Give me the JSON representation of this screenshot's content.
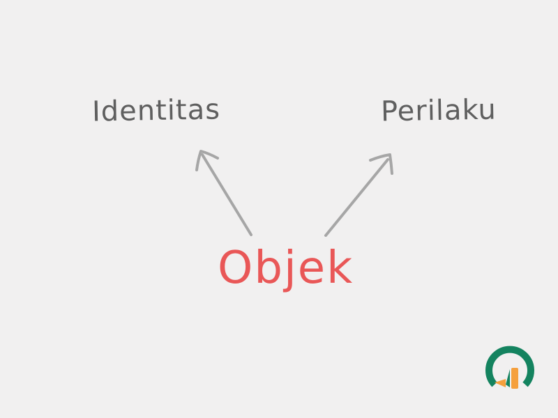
{
  "diagram": {
    "center_node": "Objek",
    "left_node": "Identitas",
    "right_node": "Perilaku"
  },
  "colors": {
    "background": "#f1f0f0",
    "center_text": "#e95757",
    "side_text": "#5f5f5f",
    "arrow": "#a6a6a6",
    "logo_ring": "#14835f",
    "logo_accent": "#f5a03d"
  },
  "logo": {
    "icon": "brand-logo-icon"
  }
}
